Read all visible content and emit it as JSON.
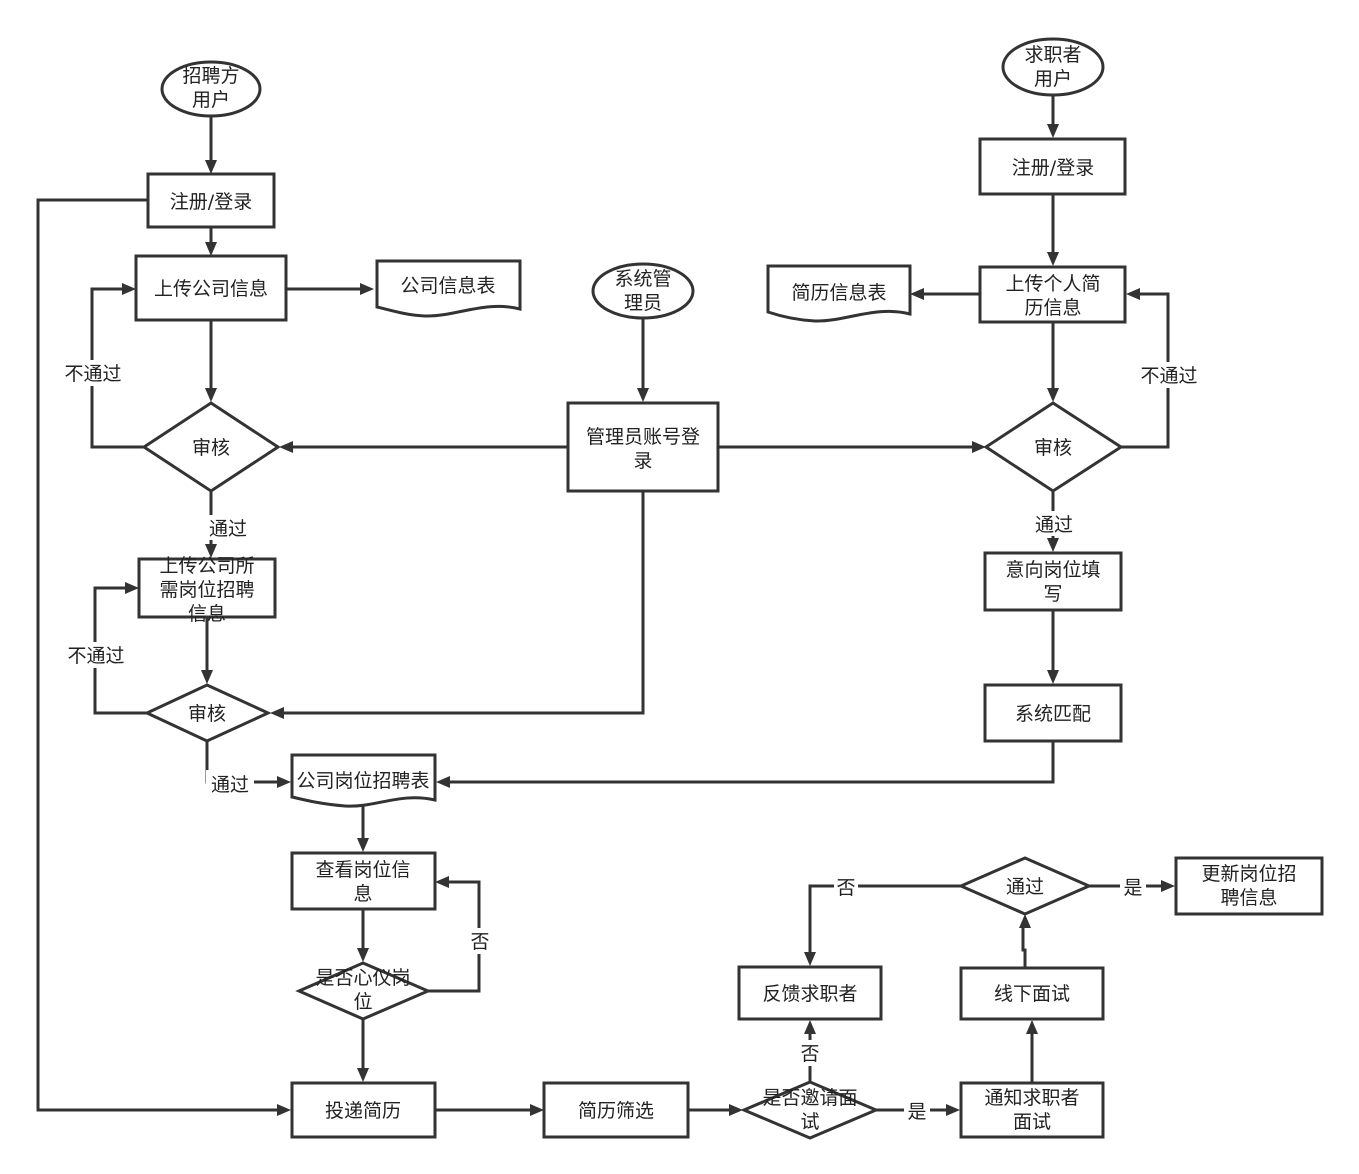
{
  "recruiter": {
    "start": [
      "招聘方",
      "用户"
    ],
    "register": "注册/登录",
    "upload_company": "上传公司信息",
    "company_table": "公司信息表",
    "review1": "审核",
    "upload_job": [
      "上传公司所",
      "需岗位招聘",
      "信息"
    ],
    "review2": "审核",
    "job_table": "公司岗位招聘表"
  },
  "admin": {
    "start": [
      "系统管",
      "理员"
    ],
    "login": [
      "管理员账号登",
      "录"
    ]
  },
  "seeker": {
    "start": [
      "求职者",
      "用户"
    ],
    "register": "注册/登录",
    "upload_resume": [
      "上传个人简",
      "历信息"
    ],
    "resume_table": "简历信息表",
    "review": "审核",
    "intent": [
      "意向岗位填",
      "写"
    ],
    "match": "系统匹配"
  },
  "flow": {
    "view_job": [
      "查看岗位信",
      "息"
    ],
    "ideal": [
      "是否心仪岗",
      "位"
    ],
    "deliver": "投递简历",
    "screen": "简历筛选",
    "invite": [
      "是否邀请面",
      "试"
    ],
    "notify": [
      "通知求职者",
      "面试"
    ],
    "offline": "线下面试",
    "passed": "通过",
    "feedback": "反馈求职者",
    "update": [
      "更新岗位招",
      "聘信息"
    ]
  },
  "labels": {
    "pass": "通过",
    "fail": "不通过",
    "no": "否",
    "yes": "是"
  }
}
